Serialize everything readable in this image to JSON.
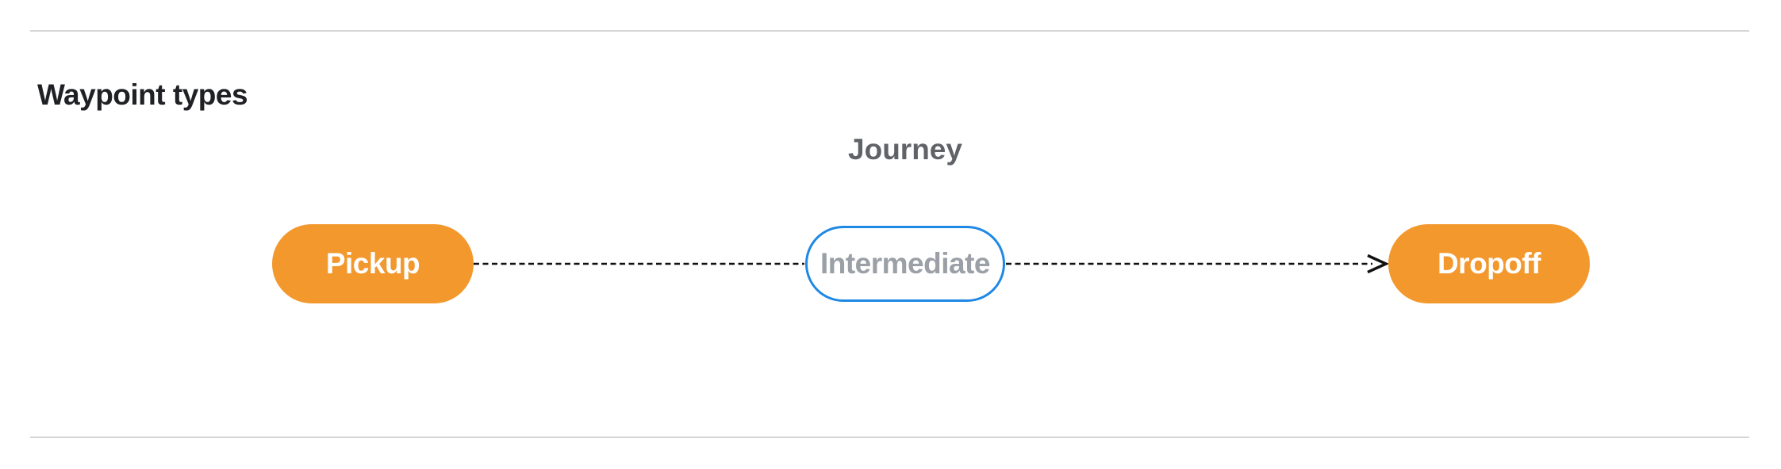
{
  "page": {
    "heading": "Waypoint types"
  },
  "diagram": {
    "title": "Journey",
    "connector_style": "dashed-arrow",
    "nodes": [
      {
        "id": "pickup",
        "label": "Pickup",
        "style": "filled"
      },
      {
        "id": "intermediate",
        "label": "Intermediate",
        "style": "outlined"
      },
      {
        "id": "dropoff",
        "label": "Dropoff",
        "style": "filled"
      }
    ]
  },
  "colors": {
    "node_fill": "#F2982D",
    "node_fill_text": "#FFFFFF",
    "intermediate_border": "#1E88E5",
    "intermediate_text": "#9AA0A6",
    "connector": "#111111",
    "journey_label": "#5F6368",
    "heading_text": "#202124",
    "divider": "#D6D6D6"
  }
}
